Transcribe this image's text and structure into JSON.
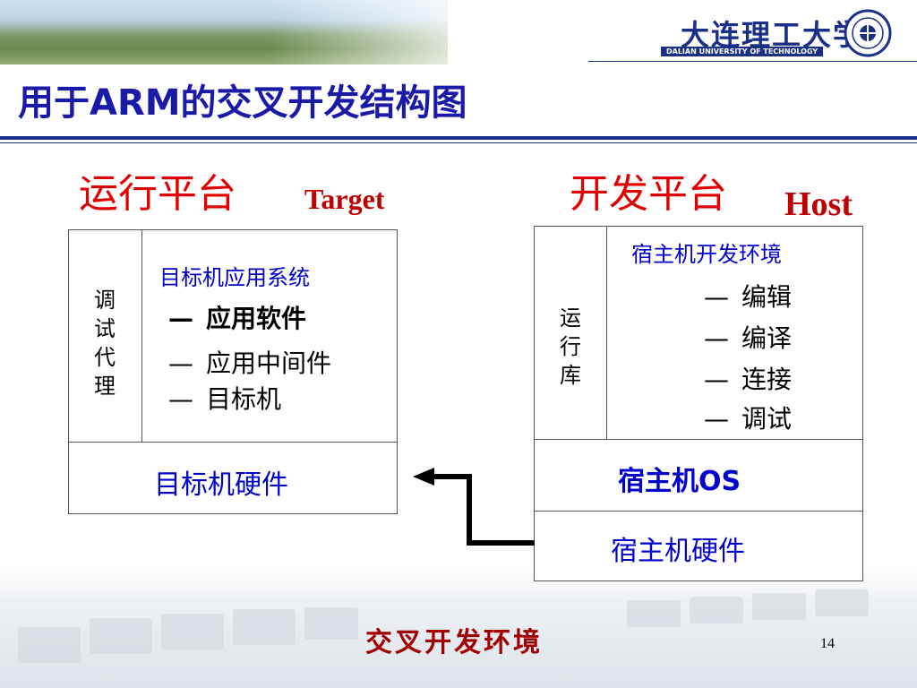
{
  "header": {
    "title": "用于ARM的交叉开发结构图",
    "university_name_cn": "大连理工大学",
    "university_name_en": "DALIAN UNIVERSITY OF TECHNOLOGY"
  },
  "target": {
    "heading_cn": "运行平台",
    "heading_en": "Target",
    "debug_agent": [
      "调",
      "试",
      "代",
      "理"
    ],
    "app_system_title": "目标机应用系统",
    "items": [
      "应用软件",
      "应用中间件",
      "目标机"
    ],
    "dash": "—",
    "hardware_label": "目标机硬件"
  },
  "host": {
    "heading_cn": "开发平台",
    "heading_en": "Host",
    "runtime_lib": [
      "运",
      "行",
      "库"
    ],
    "dev_env_title": "宿主机开发环境",
    "items": [
      "编辑",
      "编译",
      "连接",
      "调试"
    ],
    "dash": "—",
    "os_label": "宿主机OS",
    "hardware_label": "宿主机硬件"
  },
  "footer": {
    "caption": "交叉开发环境",
    "page_number": "14"
  },
  "colors": {
    "title_blue": "#1a1aa8",
    "heading_red": "#e00000",
    "label_blue": "#0000cc",
    "caption_red": "#a00000"
  }
}
